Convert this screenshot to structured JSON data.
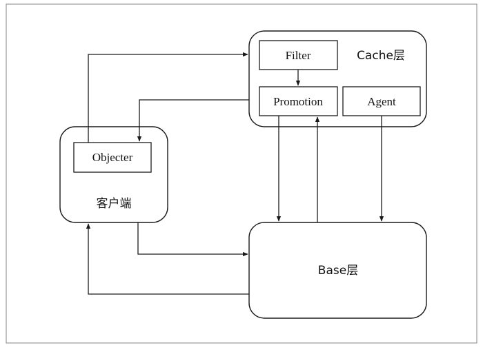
{
  "colors": {
    "frame_border": "#9a9a9a",
    "stroke": "#1a1a1a",
    "text": "#111111",
    "background": "#ffffff"
  },
  "nodes": {
    "cache_layer": {
      "label": "Cache层"
    },
    "filter": {
      "label": "Filter"
    },
    "promotion": {
      "label": "Promotion"
    },
    "agent": {
      "label": "Agent"
    },
    "client": {
      "label": "客户端"
    },
    "objecter": {
      "label": "Objecter"
    },
    "base_layer": {
      "label": "Base层"
    }
  }
}
